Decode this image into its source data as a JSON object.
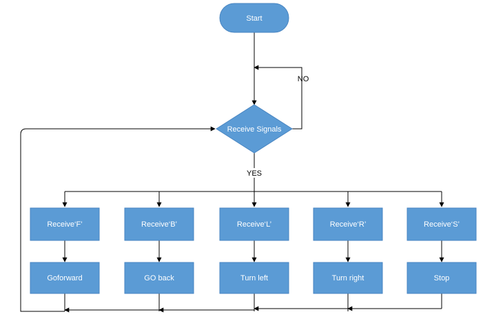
{
  "colors": {
    "node_fill": "#5b9bd5",
    "node_stroke": "#4a86c2",
    "node_text": "#ffffff",
    "line": "#000000"
  },
  "nodes": {
    "start": "Start",
    "decision": "Receive Signals",
    "receive_f": "Receive‘F’",
    "receive_b": "Receive‘B’",
    "receive_l": "Receive‘L’",
    "receive_r": "Receive‘R’",
    "receive_s": "Receive‘S’",
    "go_forward": "Goforward",
    "go_back": "GO back",
    "turn_left": "Turn left",
    "turn_right": "Turn right",
    "stop": "Stop"
  },
  "edges": {
    "no_label": "NO",
    "yes_label": "YES"
  }
}
